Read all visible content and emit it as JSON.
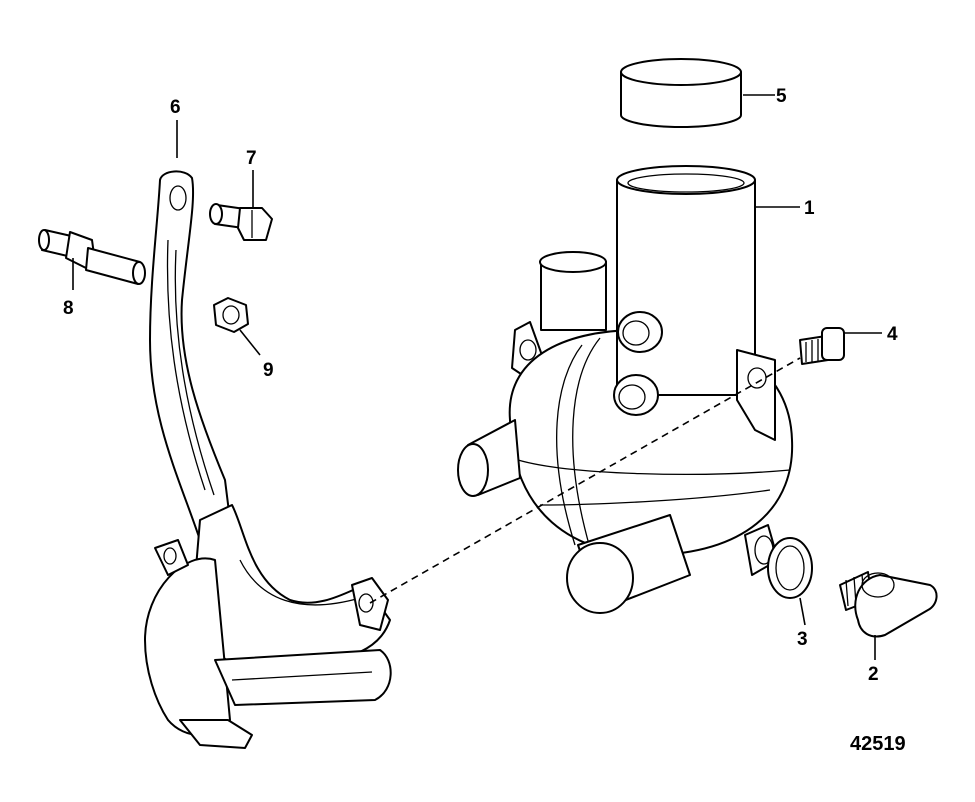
{
  "diagram": {
    "figure_number": "42519",
    "callouts": [
      {
        "id": "c1",
        "label": "1"
      },
      {
        "id": "c2",
        "label": "2"
      },
      {
        "id": "c3",
        "label": "3"
      },
      {
        "id": "c4",
        "label": "4"
      },
      {
        "id": "c5",
        "label": "5"
      },
      {
        "id": "c6",
        "label": "6"
      },
      {
        "id": "c7",
        "label": "7"
      },
      {
        "id": "c8",
        "label": "8"
      },
      {
        "id": "c9",
        "label": "9"
      }
    ]
  }
}
